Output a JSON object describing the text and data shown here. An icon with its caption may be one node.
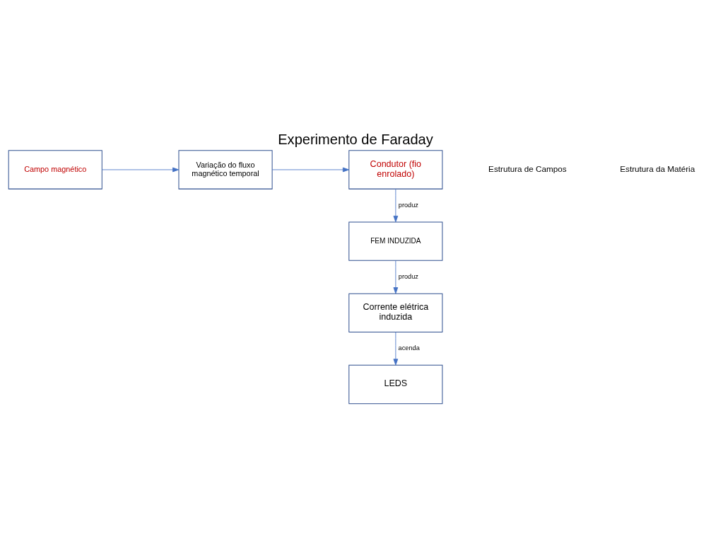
{
  "diagram": {
    "title": "Experimento de Faraday",
    "nodes": [
      {
        "text": [
          "Campo magnético"
        ]
      },
      {
        "text": [
          "Variação do fluxo magnético temporal"
        ]
      },
      {
        "text": [
          "Condutor (fio enrolado)"
        ]
      },
      {
        "text": [
          "FEM INDUZIDA"
        ]
      },
      {
        "text": [
          "Corrente elétrica induzida"
        ]
      },
      {
        "text": [
          "LEDS"
        ]
      }
    ],
    "edges": [
      {
        "from": 0,
        "to": 1,
        "arrow": "to"
      },
      {
        "from": 1,
        "to": 2,
        "arrow": "to"
      },
      {
        "from": 2,
        "to": 3,
        "arrow": "to",
        "label": "produz"
      },
      {
        "from": 3,
        "to": 4,
        "arrow": "to",
        "label": "produz"
      },
      {
        "from": 4,
        "to": 5,
        "arrow": "to",
        "label": "acenda"
      }
    ],
    "labels": [
      "Estrutura de Campos",
      "Estrutura da Matéria"
    ]
  }
}
